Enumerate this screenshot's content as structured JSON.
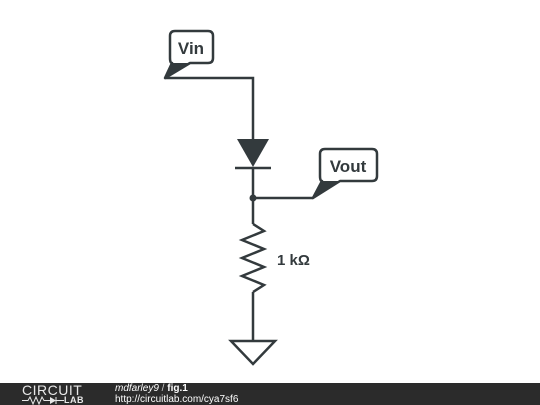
{
  "schematic": {
    "input_label": "Vin",
    "output_label": "Vout",
    "resistor_label": "1 kΩ",
    "wire_color": "#333a3d"
  },
  "footer": {
    "logo_top": "CIRCUIT",
    "logo_bottom": "LAB",
    "author": "mdfarley9",
    "separator": " / ",
    "figure": "fig.1",
    "url": "http://circuitlab.com/cya7sf6"
  }
}
